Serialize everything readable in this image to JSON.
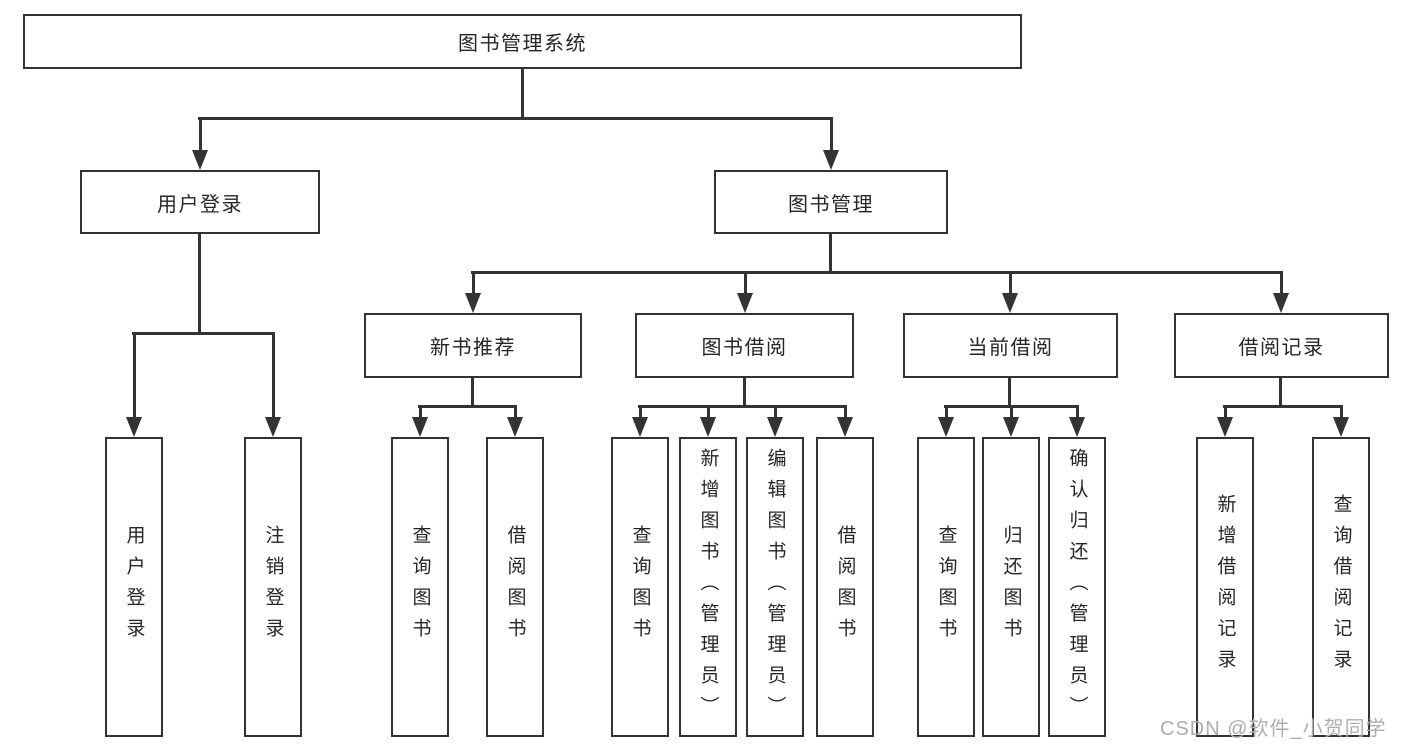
{
  "colors": {
    "line": "#333333",
    "text": "#262626",
    "watermark": "#aeaeae",
    "bg": "#ffffff"
  },
  "watermark": {
    "text": "CSDN @软件_小贺同学"
  },
  "tree": {
    "root": {
      "label": "图书管理系统",
      "children": [
        {
          "label": "用户登录",
          "children": [
            {
              "label": "用户登录"
            },
            {
              "label": "注销登录"
            }
          ]
        },
        {
          "label": "图书管理",
          "children": [
            {
              "label": "新书推荐",
              "children": [
                {
                  "label": "查询图书"
                },
                {
                  "label": "借阅图书"
                }
              ]
            },
            {
              "label": "图书借阅",
              "children": [
                {
                  "label": "查询图书"
                },
                {
                  "label": "新增图书（管理员）"
                },
                {
                  "label": "编辑图书（管理员）"
                },
                {
                  "label": "借阅图书"
                }
              ]
            },
            {
              "label": "当前借阅",
              "children": [
                {
                  "label": "查询图书"
                },
                {
                  "label": "归还图书"
                },
                {
                  "label": "确认归还（管理员）"
                }
              ]
            },
            {
              "label": "借阅记录",
              "children": [
                {
                  "label": "新增借阅记录"
                },
                {
                  "label": "查询借阅记录"
                }
              ]
            }
          ]
        }
      ]
    }
  }
}
